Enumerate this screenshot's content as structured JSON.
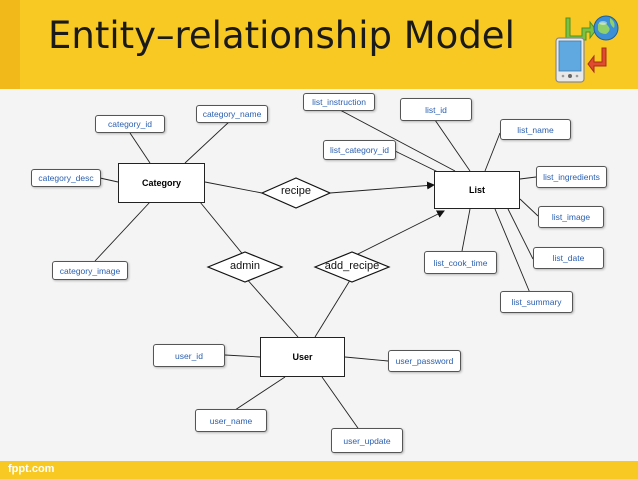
{
  "slide": {
    "title": "Entity–relationship Model",
    "footer": "fppt.com"
  },
  "entities": {
    "category": "Category",
    "list": "List",
    "user": "User"
  },
  "relationships": {
    "recipe": "recipe",
    "admin": "admin",
    "add_recipe": "add_recipe"
  },
  "attributes": {
    "category_id": "category_id",
    "category_name": "category_name",
    "category_desc": "category_desc",
    "category_image": "category_image",
    "list_instruction": "list_instruction",
    "list_id": "list_id",
    "list_category_id": "list_category_id",
    "list_name": "list_name",
    "list_ingredients": "list_ingredients",
    "list_image": "list_image",
    "list_date": "list_date",
    "list_cook_time": "list_cook_time",
    "list_summary": "list_summary",
    "user_id": "user_id",
    "user_password": "user_password",
    "user_name": "user_name",
    "user_update": "user_update"
  },
  "icons": {
    "logo": "tablet-globe-arrows-icon"
  },
  "colors": {
    "header": "#f9c923",
    "attribute_text": "#2a5fb0",
    "diagram_bg": "#f4f4f4"
  }
}
